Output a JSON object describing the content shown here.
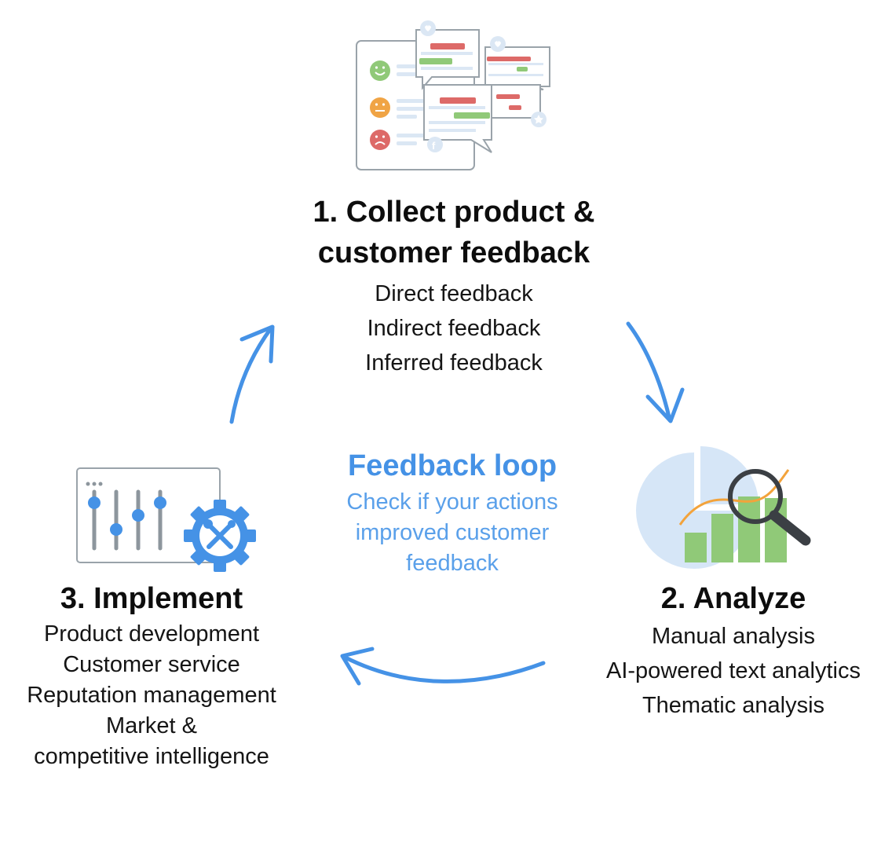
{
  "colors": {
    "accent": "#4592e6",
    "accent_light": "#5aa0ea",
    "title": "#0d0d0d",
    "body_text": "#151515",
    "good": "#90c978",
    "neutral": "#f0a445",
    "bad": "#dd6a68",
    "outline": "#8d969d",
    "pie": "#d6e6f7",
    "trend_line": "#f3a33b"
  },
  "steps": {
    "collect": {
      "title_line1": "1. Collect product &",
      "title_line2": "customer feedback",
      "items": [
        "Direct feedback",
        "Indirect feedback",
        "Inferred feedback"
      ],
      "icon": "feedback-collection-icon"
    },
    "analyze": {
      "title": "2. Analyze",
      "items": [
        "Manual analysis",
        "AI-powered text analytics",
        "Thematic analysis"
      ],
      "icon": "analytics-magnifier-icon"
    },
    "implement": {
      "title": "3. Implement",
      "items": [
        "Product development",
        "Customer service",
        "Reputation management",
        "Market &",
        "competitive intelligence"
      ],
      "icon": "settings-tools-icon"
    }
  },
  "loop": {
    "title": "Feedback loop",
    "description_lines": [
      "Check if your actions",
      "improved customer",
      "feedback"
    ]
  }
}
